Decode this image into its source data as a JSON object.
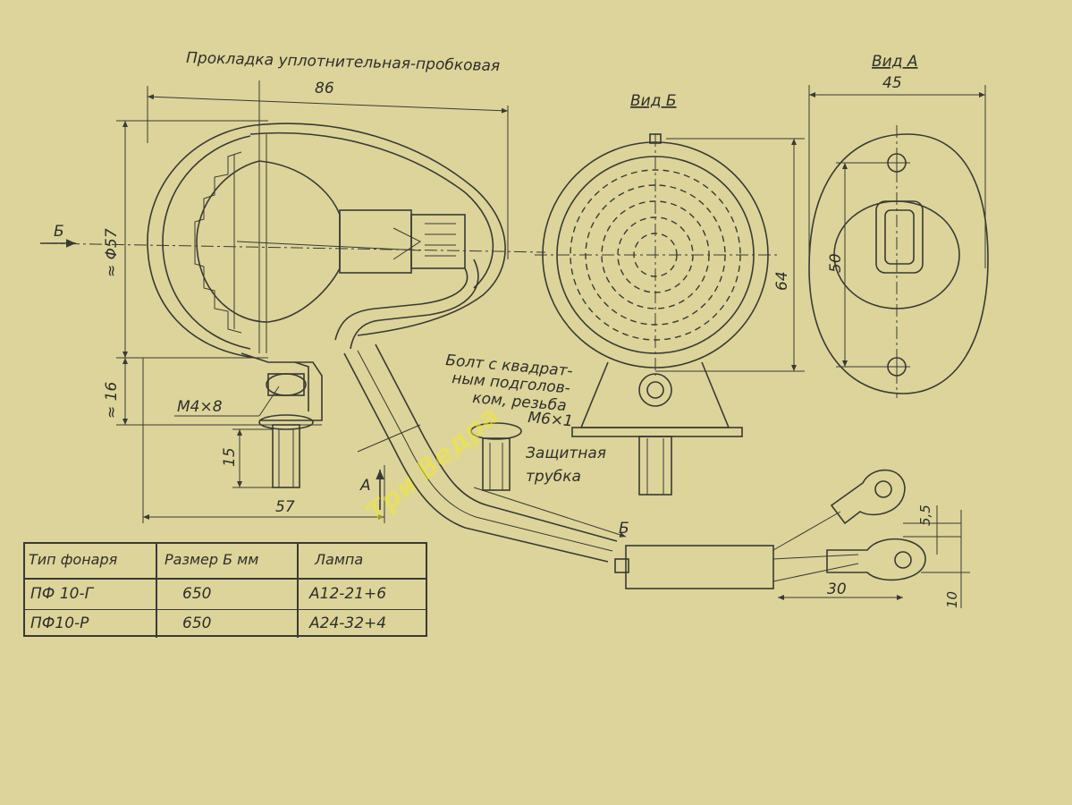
{
  "labels": {
    "gasket": "Прокладка уплотнительная-пробковая",
    "view_b": "Вид Б",
    "view_a": "Вид А",
    "arrow_b": "Б",
    "arrow_a": "А",
    "screw": "М4×8",
    "bolt_line1": "Болт с квадрат-",
    "bolt_line2": "ным подголов-",
    "bolt_line3": "ком, резьба",
    "bolt_line4": "М6×1",
    "tube_line1": "Защитная",
    "tube_line2": "трубка",
    "watermark": "Три Ведра"
  },
  "dimensions": {
    "d86": "86",
    "d45": "45",
    "d57dia": "≈ Φ57",
    "d16": "≈ 16",
    "d15": "15",
    "d57": "57",
    "d64": "64",
    "d50": "50",
    "dB": "Б",
    "d55": "5,5",
    "d30": "30",
    "d10": "10"
  },
  "table": {
    "headers": [
      "Тип фонаря",
      "Размер Б мм",
      "Лампа"
    ],
    "rows": [
      [
        "ПФ 10-Г",
        "650",
        "А12-21+6"
      ],
      [
        "ПФ10-Р",
        "650",
        "А24-32+4"
      ]
    ]
  }
}
